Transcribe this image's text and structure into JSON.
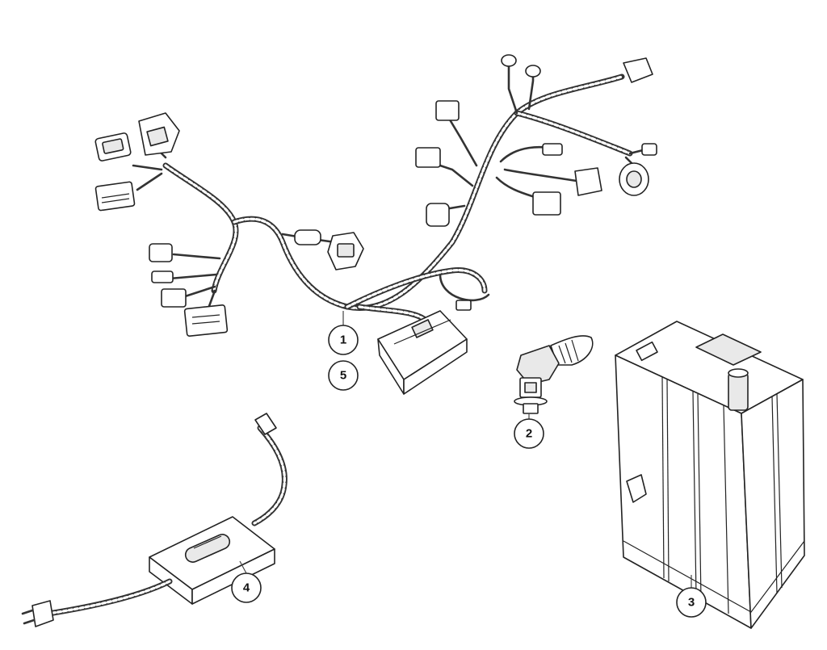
{
  "callouts": [
    {
      "id": "1",
      "label": "1"
    },
    {
      "id": "5",
      "label": "5"
    },
    {
      "id": "2",
      "label": "2"
    },
    {
      "id": "3",
      "label": "3"
    },
    {
      "id": "4",
      "label": "4"
    }
  ],
  "parts": [
    {
      "callout": "1",
      "icon": "wiring-harness-icon"
    },
    {
      "callout": "2",
      "icon": "sensor-connector-icon"
    },
    {
      "callout": "3",
      "icon": "battery-icon"
    },
    {
      "callout": "4",
      "icon": "battery-charger-icon"
    }
  ]
}
